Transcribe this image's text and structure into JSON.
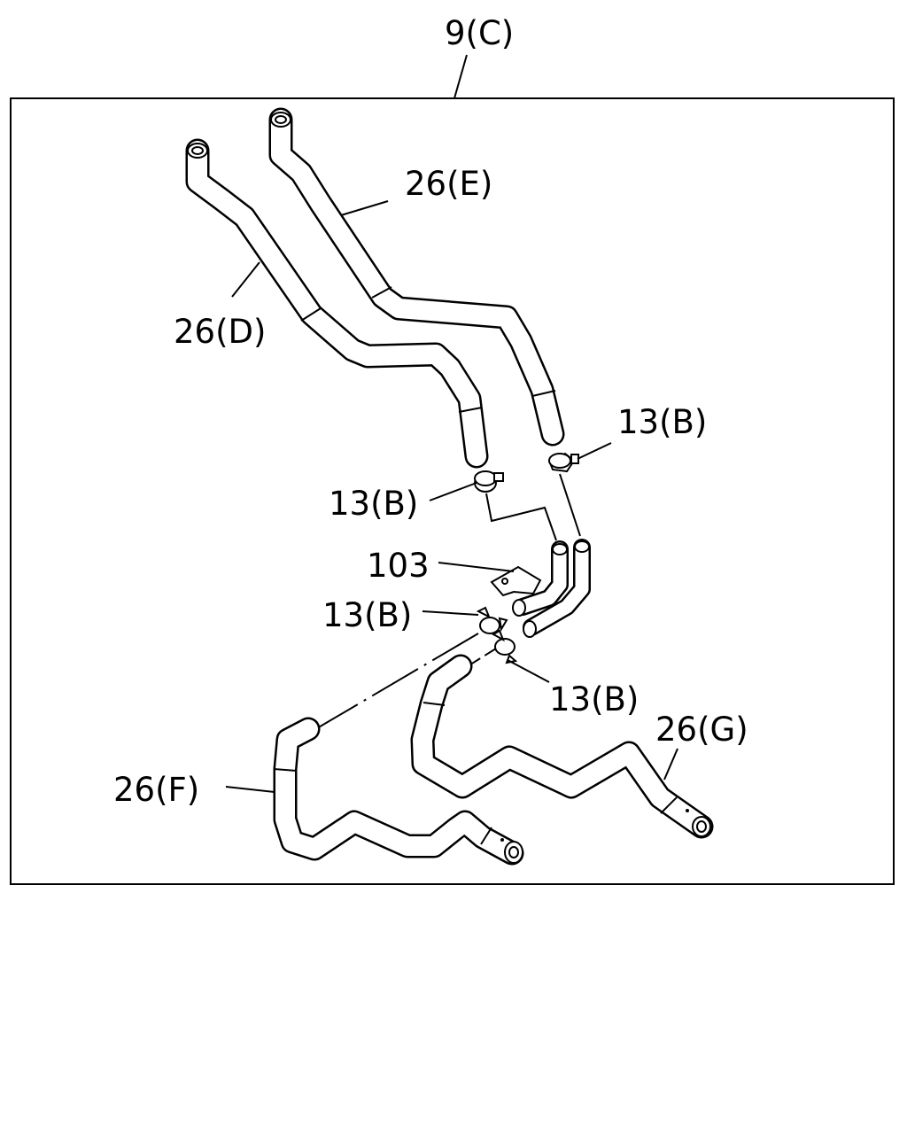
{
  "callouts": {
    "assembly_9c": "9(C)",
    "hose_26e": "26(E)",
    "hose_26d": "26(D)",
    "clamp_13b_upper_right": "13(B)",
    "clamp_13b_upper_left": "13(B)",
    "bracket_103": "103",
    "clamp_13b_lower_left": "13(B)",
    "clamp_13b_lower_right": "13(B)",
    "hose_26g": "26(G)",
    "hose_26f": "26(F)"
  },
  "colors": {
    "line": "#000000",
    "background": "#ffffff"
  }
}
